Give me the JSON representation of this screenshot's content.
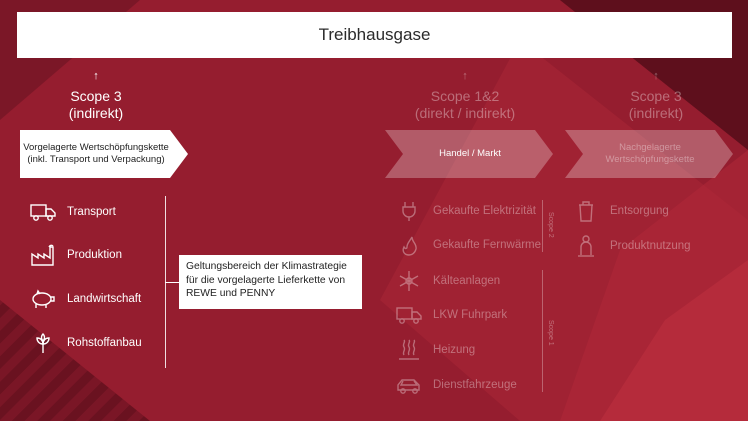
{
  "title": "Treibhausgase",
  "scopes": {
    "upstream": {
      "arrow": "↑",
      "line1": "Scope 3",
      "line2": "(indirekt)"
    },
    "direct": {
      "arrow": "↑",
      "line1": "Scope 1&2",
      "line2": "(direkt / indirekt)"
    },
    "downstream": {
      "arrow": "↑",
      "line1": "Scope 3",
      "line2": "(indirekt)"
    }
  },
  "chevrons": {
    "upstream": {
      "line1": "Vorgelagerte Wertschöpfungskette",
      "line2": "(inkl. Transport und Verpackung)"
    },
    "direct": {
      "label": "Handel / Markt"
    },
    "downstream": {
      "line1": "Nachgelagerte",
      "line2": "Wertschöpfungskette"
    }
  },
  "upstream_items": [
    {
      "label": "Transport",
      "icon": "truck-icon"
    },
    {
      "label": "Produktion",
      "icon": "factory-icon"
    },
    {
      "label": "Landwirtschaft",
      "icon": "pig-icon"
    },
    {
      "label": "Rohstoffanbau",
      "icon": "plant-icon"
    }
  ],
  "callout": {
    "line1": "Geltungsbereich der Klimastrategie",
    "line2": "für die vorgelagerte Lieferkette von",
    "line3": "REWE und PENNY"
  },
  "scope2_items": [
    {
      "label": "Gekaufte Elektrizität",
      "icon": "plug-icon"
    },
    {
      "label": "Gekaufte Fernwärme",
      "icon": "flame-icon"
    }
  ],
  "scope1_items": [
    {
      "label": "Kälteanlagen",
      "icon": "snowflake-icon"
    },
    {
      "label": "LKW Fuhrpark",
      "icon": "truck-icon"
    },
    {
      "label": "Heizung",
      "icon": "heat-icon"
    },
    {
      "label": "Dienstfahrzeuge",
      "icon": "car-icon"
    }
  ],
  "downstream_items": [
    {
      "label": "Entsorgung",
      "icon": "bin-icon"
    },
    {
      "label": "Produktnutzung",
      "icon": "person-icon"
    }
  ],
  "side_labels": {
    "scope2": "Scope 2",
    "scope1": "Scope 1"
  },
  "colors": {
    "background": "#8e1b2c",
    "dark": "#6e1422",
    "light": "#a42335",
    "white": "#ffffff"
  }
}
